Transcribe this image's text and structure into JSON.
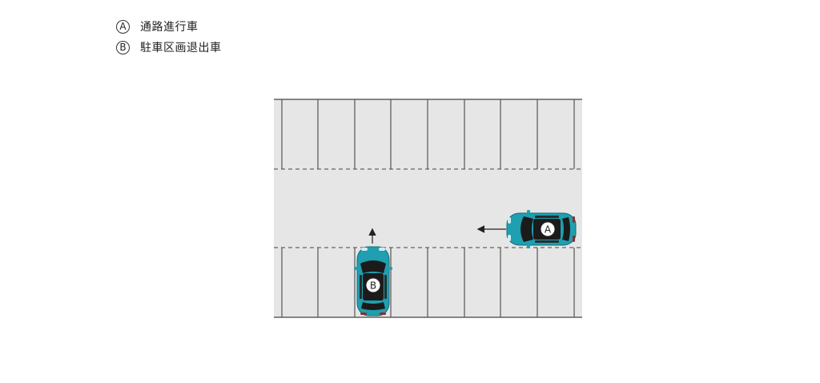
{
  "legend": {
    "items": [
      {
        "badge": "A",
        "label": "通路進行車"
      },
      {
        "badge": "B",
        "label": "駐車区画退出車"
      }
    ]
  },
  "cars": {
    "a": {
      "label": "A"
    },
    "b": {
      "label": "B"
    }
  },
  "colors": {
    "lot": "#e6e6e6",
    "car_body": "#1f9fb0",
    "car_dark": "#1b1b1b",
    "line": "#444444"
  }
}
